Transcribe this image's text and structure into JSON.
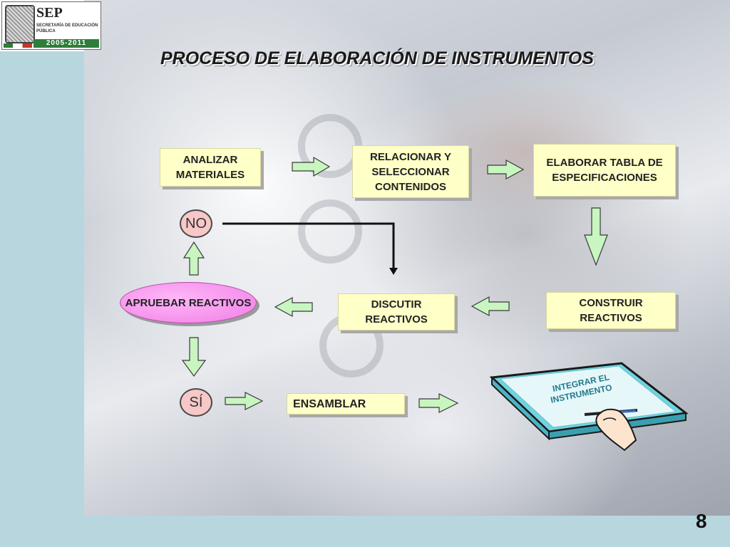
{
  "logo": {
    "name": "SEP",
    "subtitle": "SECRETARÍA DE EDUCACIÓN PÚBLICA",
    "years": "2005-2011"
  },
  "title": "PROCESO DE ELABORACIÓN DE INSTRUMENTOS",
  "steps": {
    "analizar": "ANALIZAR MATERIALES",
    "relacionar": "RELACIONAR Y SELECCIONAR CONTENIDOS",
    "elaborar": "ELABORAR TABLA DE ESPECIFICACIONES",
    "construir": "CONSTRUIR REACTIVOS",
    "discutir": "DISCUTIR REACTIVOS",
    "aprobar": "APRUEBAR REACTIVOS",
    "ensamblar": "ENSAMBLAR",
    "integrar": "INTEGRAR EL INSTRUMENTO"
  },
  "decisions": {
    "no": "NO",
    "si": "SÍ"
  },
  "page_number": "8",
  "colors": {
    "box_fill": "#ffffc8",
    "oval_fill": "#f07ee6",
    "arrow_fill": "#c8f5c0",
    "decision_fill": "#f8c8c8",
    "frame": "#b8d6de"
  }
}
